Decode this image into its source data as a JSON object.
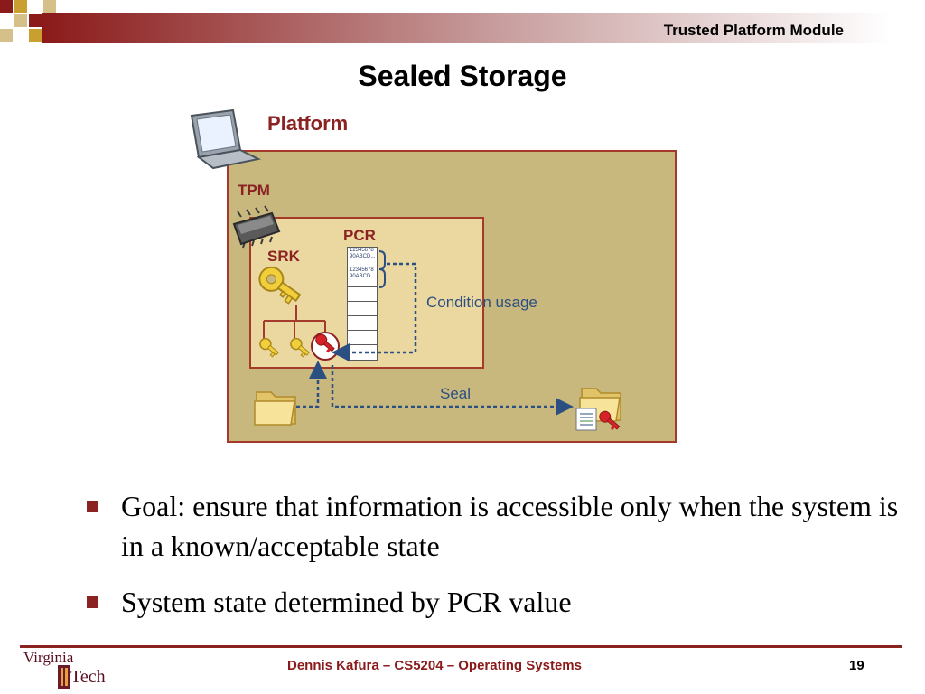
{
  "header": {
    "title": "Trusted Platform Module"
  },
  "slide": {
    "title": "Sealed Storage"
  },
  "diagram": {
    "platform_label": "Platform",
    "tpm_label": "TPM",
    "pcr_label": "PCR",
    "srk_label": "SRK",
    "pcr_entries": [
      [
        "12345678",
        "90ABCD..."
      ],
      [
        "12345678",
        "90ABCD..."
      ]
    ],
    "condition_label": "Condition usage",
    "seal_label": "Seal",
    "icons": [
      "laptop-icon",
      "tpm-chip-icon",
      "srk-key-icon",
      "child-key-icon",
      "sealed-key-icon",
      "folder-icon",
      "sealed-folder-icon"
    ]
  },
  "bullets": [
    "Goal: ensure that information is accessible only when the system is in a known/acceptable state",
    "System state determined by PCR value"
  ],
  "footer": {
    "text": "Dennis Kafura – CS5204 – Operating Systems",
    "page_number": "19",
    "logo_virginia": "Virginia",
    "logo_tech": "Tech"
  },
  "colors": {
    "accent": "#8b2323",
    "platform_fill": "#c8b87e",
    "tpm_fill": "#ebd8a0",
    "arrow": "#2b4f81"
  }
}
